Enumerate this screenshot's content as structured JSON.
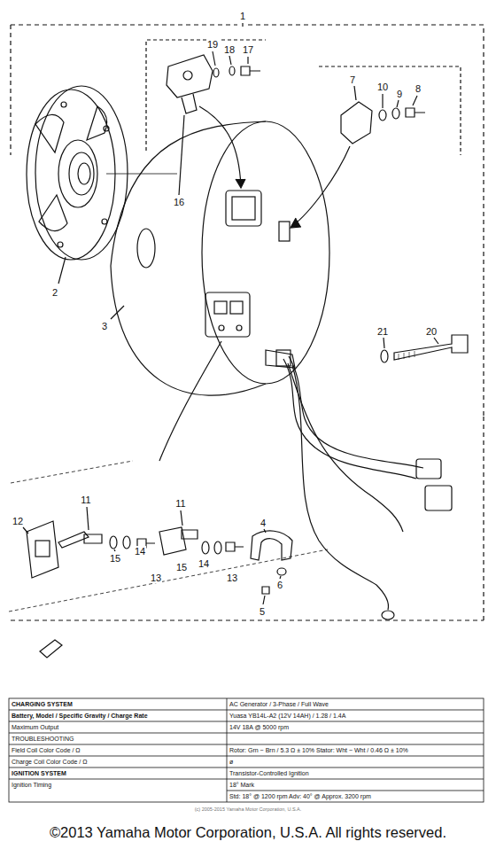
{
  "diagram": {
    "caption": "©2013 Yamaha Motor Corporation, U.S.A. All rights reserved.",
    "labels": [
      "1",
      "2",
      "3",
      "4",
      "5",
      "6",
      "7",
      "8",
      "9",
      "10",
      "11",
      "11",
      "12",
      "13",
      "13",
      "14",
      "14",
      "15",
      "15",
      "16",
      "17",
      "18",
      "19",
      "20",
      "21",
      "CHARGING SYSTEM",
      "AC Generator / 3-Phase / Full Wave",
      "Battery, Model / Specific Gravity / Charge Rate",
      "Yuasa YB14L-A2 (12V 14AH) / 1.28 / 1.4A",
      "Maximum Output",
      "14V 18A @ 5000 rpm",
      "TROUBLESHOOTING",
      "Field Coil Color Code / Ω",
      "Rotor: Grn ~ Brn / 5.3 Ω ± 10%  Stator: Wht ~ Wht / 0.46 Ω ± 10%",
      "Charge Coil Color Code / Ω",
      "ø",
      "IGNITION SYSTEM",
      "Transistor-Controlled Ignition",
      "Ignition Timing",
      "18° Mark",
      "Std: 18° @ 1200 rpm   Adv: 40° @ Approx. 3200 rpm",
      "(c) 2005-2015 Yamaha Motor Corporation, U.S.A."
    ]
  }
}
